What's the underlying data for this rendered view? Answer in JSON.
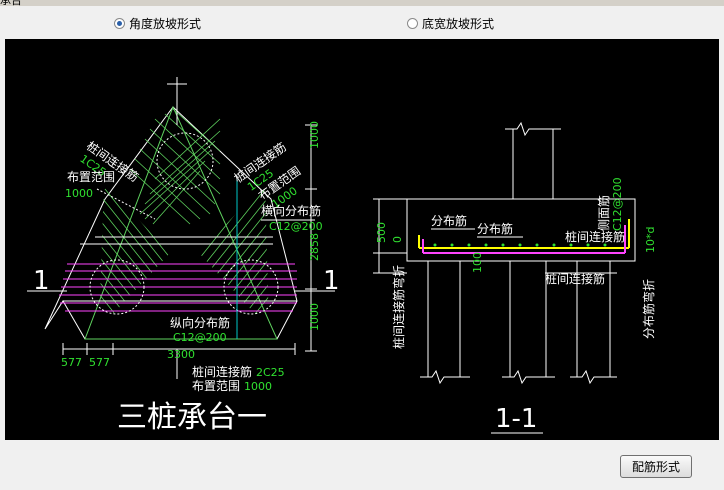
{
  "window": {
    "title": "承台"
  },
  "toolbar": {
    "option_angle": "角度放坡形式",
    "option_width": "底宽放坡形式",
    "selected": "angle"
  },
  "drawing": {
    "left": {
      "title": "三桩承台一",
      "dim_top": "1000",
      "dim_right": "2858",
      "dim_bottom": "1000",
      "dim_width": "3300",
      "dim_577a": "577",
      "dim_577b": "577",
      "section_mark_left": "1",
      "section_mark_right": "1",
      "left_rebar_label": "桩间连接筋",
      "left_rebar_spec": "1C25",
      "left_range_label": "布置范围",
      "left_range_value": "1000",
      "right_rebar_label": "桩间连接筋",
      "right_rebar_spec": "1C25",
      "right_range_label": "布置范围",
      "right_range_value": "1000",
      "horiz_dist_label": "横向分布筋",
      "horiz_dist_spec": "C12@200",
      "vert_dist_label": "纵向分布筋",
      "vert_dist_spec": "C12@200",
      "bottom_rebar_label": "桩间连接筋",
      "bottom_rebar_spec": "2C25",
      "bottom_range_label": "布置范围",
      "bottom_range_value": "1000"
    },
    "right": {
      "title": "1-1",
      "dim_500": "500",
      "dim_0": "0",
      "dim_100": "100",
      "label_dist1": "分布筋",
      "label_dist2": "分布筋",
      "label_pile_link_top": "桩间连接筋",
      "label_pile_link_bottom": "桩间连接筋",
      "label_side": "侧面筋",
      "label_side_spec": "C12@200",
      "label_dist_bend": "分布筋弯折",
      "label_dist_bend_value": "10*d",
      "label_pile_link_bend": "桩间连接筋弯折"
    }
  },
  "footer": {
    "rebar_button": "配筋形式"
  },
  "colors": {
    "hatch": "#5fd35f",
    "magenta": "#ff44ff",
    "yellow": "#ffff00",
    "cyan": "#00c8c8",
    "dim_text": "#30e030",
    "white": "#ffffff"
  }
}
